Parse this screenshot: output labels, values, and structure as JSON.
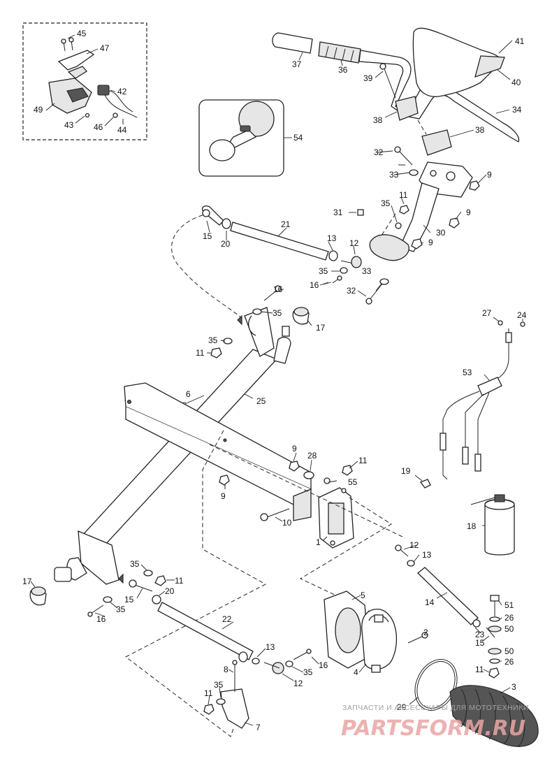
{
  "diagram": {
    "callouts": {
      "c1": "1",
      "c2": "2",
      "c3": "3",
      "c4": "4",
      "c5": "5",
      "c6": "6",
      "c7": "7",
      "c8": "8",
      "c9a": "9",
      "c9b": "9",
      "c9c": "9",
      "c9d": "9",
      "c9e": "9",
      "c10": "10",
      "c11a": "11",
      "c11b": "11",
      "c11c": "11",
      "c11d": "11",
      "c11e": "11",
      "c11f": "11",
      "c12a": "12",
      "c12b": "12",
      "c12c": "12",
      "c13a": "13",
      "c13b": "13",
      "c13c": "13",
      "c14": "14",
      "c15a": "15",
      "c15b": "15",
      "c15c": "15",
      "c16a": "16",
      "c16b": "16",
      "c16c": "16",
      "c16d": "16",
      "c17a": "17",
      "c17b": "17",
      "c18": "18",
      "c19": "19",
      "c20a": "20",
      "c20b": "20",
      "c21": "21",
      "c22": "22",
      "c23": "23",
      "c24": "24",
      "c25": "25",
      "c26a": "26",
      "c26b": "26",
      "c27": "27",
      "c28": "28",
      "c29": "29",
      "c30": "30",
      "c31": "31",
      "c32a": "32",
      "c32b": "32",
      "c33a": "33",
      "c33b": "33",
      "c34": "34",
      "c35a": "35",
      "c35b": "35",
      "c35c": "35",
      "c35d": "35",
      "c35e": "35",
      "c35f": "35",
      "c35g": "35",
      "c36": "36",
      "c37": "37",
      "c38a": "38",
      "c38b": "38",
      "c39": "39",
      "c40": "40",
      "c41": "41",
      "c42": "42",
      "c43": "43",
      "c44": "44",
      "c45": "45",
      "c46": "46",
      "c47": "47",
      "c49": "49",
      "c50a": "50",
      "c50b": "50",
      "c51": "51",
      "c53": "53",
      "c54": "54",
      "c55": "55"
    }
  },
  "watermark": {
    "tagline": "ЗАПЧАСТИ И АКСЕССУАРЫ ДЛЯ МОТОТЕХНИКИ",
    "logo": "PARTSFORM.RU"
  }
}
